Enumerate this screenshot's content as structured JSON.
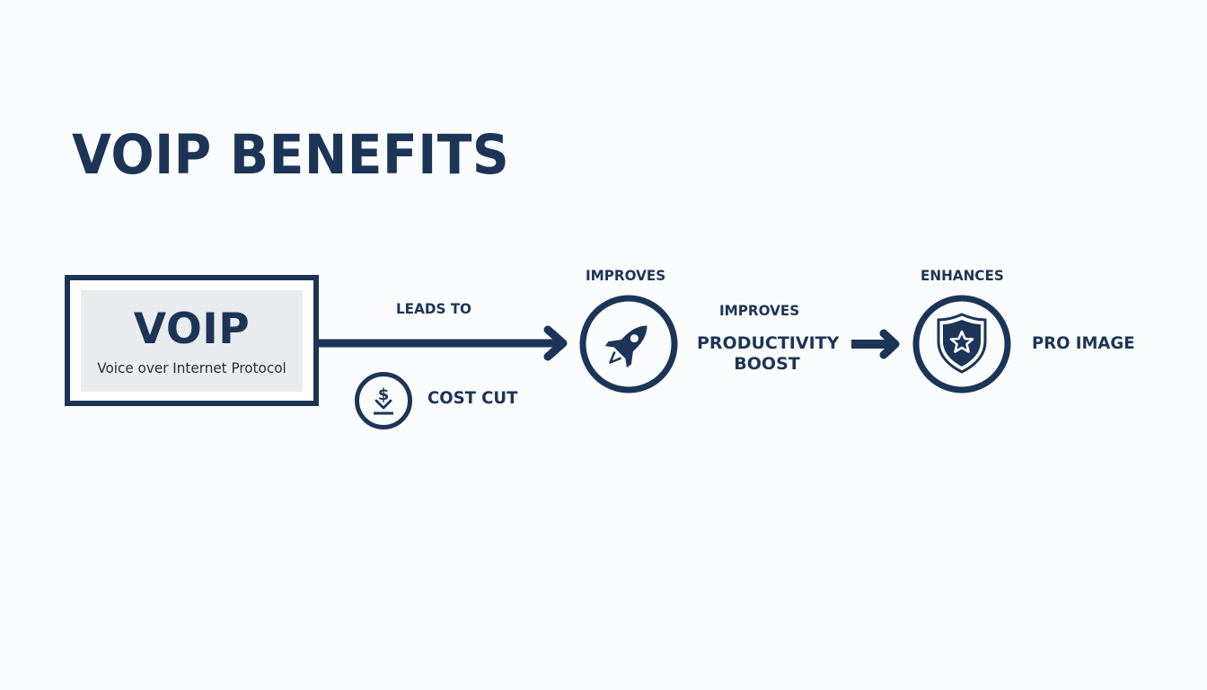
{
  "title": "VOIP BENEFITS",
  "colors": {
    "primary": "#1c3557",
    "panel_background": "#e9ebee",
    "page_background": "#fbfcfd"
  },
  "source_node": {
    "title": "VOIP",
    "subtitle": "Voice over Internet Protocol"
  },
  "connectors": [
    {
      "label": "LEADS TO",
      "from": "VOIP",
      "to": "productivity"
    },
    {
      "label": "IMPROVES",
      "from": "productivity",
      "to": "pro-image"
    }
  ],
  "nodes": [
    {
      "id": "cost-cut",
      "label": "COST CUT",
      "icon": "dollar-down-icon"
    },
    {
      "id": "productivity",
      "top_label": "IMPROVES",
      "label_line1": "PRODUCTIVITY",
      "label_line2": "BOOST",
      "icon": "rocket-icon"
    },
    {
      "id": "pro-image",
      "top_label": "ENHANCES",
      "label": "PRO IMAGE",
      "icon": "shield-star-icon"
    }
  ]
}
